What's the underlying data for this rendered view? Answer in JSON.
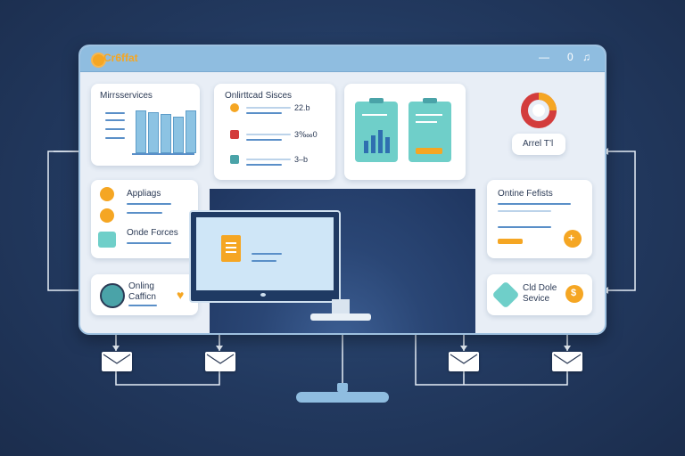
{
  "window": {
    "app_title": "Cr6ffat",
    "controls": [
      "—",
      "0",
      "♫"
    ]
  },
  "cards": {
    "microservices": {
      "title": "Mirrsservices",
      "bars": [
        0.8,
        0.76,
        0.72,
        0.68,
        0.8
      ]
    },
    "database": {
      "title": "Onlirttcad Sisces",
      "rows": [
        {
          "value": "22.b"
        },
        {
          "value": "3‱0"
        },
        {
          "value": "3–b"
        }
      ]
    },
    "apps": {
      "title1": "Appliags",
      "title2": "Onde Forces"
    },
    "profile": {
      "line1": "Onling",
      "line2": "Cafficn"
    },
    "chart_ring": {
      "label": "Arrel T’l"
    },
    "payments": {
      "title": "Ontine Fefists"
    },
    "old_service": {
      "line1": "Cld Dole",
      "line2": "Sevice"
    }
  },
  "colors": {
    "accent_orange": "#f5a623",
    "accent_blue": "#5a8fc8",
    "teal": "#6fcfc9",
    "red_ring": "#d33c3c",
    "background": "#22395f"
  }
}
